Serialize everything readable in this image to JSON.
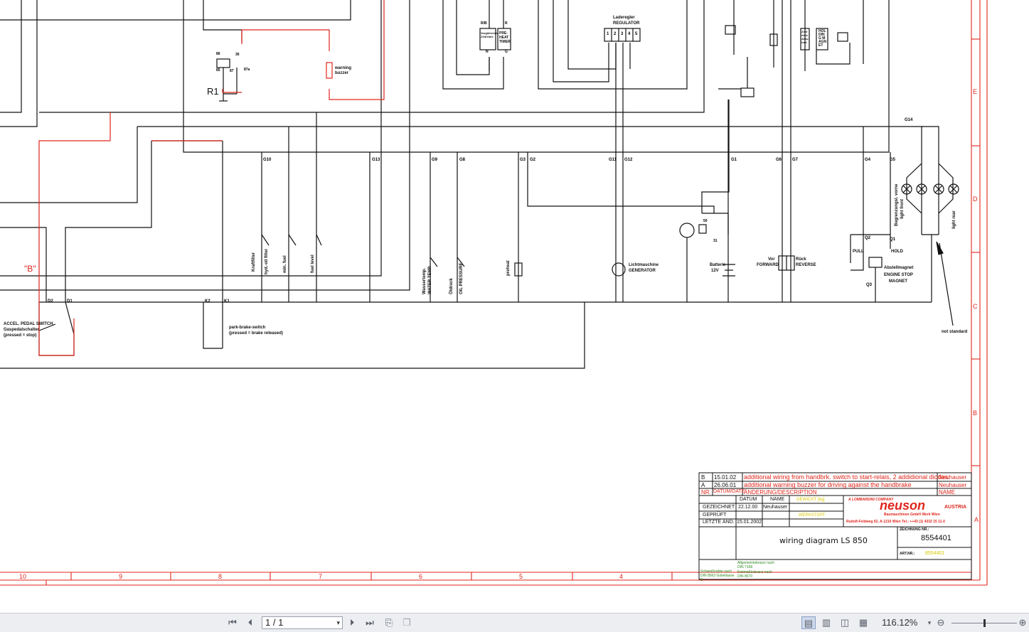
{
  "colors": {
    "wire_black": "#111111",
    "wire_red": "#e0261c",
    "frame_red": "#e0261c",
    "toolbar_bg": "#eceef2"
  },
  "schematic": {
    "labels": {
      "r1": "R1",
      "b_marker": "\"B\"",
      "warning_buzzer_1": "warning",
      "warning_buzzer_2": "buzzer",
      "accel_1": "ACCEL. PEDAL SWITCH",
      "accel_2": "Gaspedalschalter",
      "accel_3": "(pressed = stop)",
      "park_1": "park-brake-switch",
      "park_2": "(pressed = brake released)",
      "kraftstoff": "Kraftfilter",
      "hyd_oil": "hyd.-oil filter",
      "min_fuel": "min. fuel",
      "fuel_level": "fuel level",
      "water_1": "Wassertemp.",
      "water_2": "WATER TEMP.",
      "oil_1": "Öldruck",
      "oil_2": "OIL PRESSURE",
      "preheat": "preheat",
      "gen_1": "Lichtmaschine",
      "gen_2": "GENERATOR",
      "bat_1": "Batterie",
      "bat_2": "12V",
      "fwd_1": "Vor",
      "fwd_2": "FORWARD",
      "rev_1": "Rück",
      "rev_2": "REVERSE",
      "stop_1": "Abstellmagnet",
      "stop_2": "ENGINE STOP",
      "stop_3": "MAGNET",
      "pull": "PULL",
      "hold": "HOLD",
      "light_front_1": "Begrenzungsl. vorne",
      "light_front_2": "light front",
      "light_rear": "light rear",
      "not_standard": "not standard",
      "reg_1": "Laderegler",
      "reg_2": "REGULATOR",
      "preheat_timer": "PRE-HEAT TIMER",
      "vorgluh": "Vorglührelais Zeitrelais",
      "holding_magnet": "HOLDING MAGNET",
      "zeitrelais": "Zeitrelais Abschalt."
    },
    "connectors": [
      "G10",
      "G13",
      "G9",
      "G8",
      "G3",
      "G2",
      "G11",
      "G12",
      "G1",
      "G6",
      "G7",
      "G4",
      "G5",
      "G14",
      "D2",
      "D1",
      "K2",
      "K1",
      "Q1",
      "Q2",
      "Q3"
    ],
    "pin_labels": [
      "86",
      "85",
      "30",
      "87",
      "87a",
      "R/B",
      "R",
      "N",
      "G",
      "1",
      "2",
      "3",
      "4",
      "5",
      "50",
      "31"
    ],
    "frame": {
      "columns": [
        "10",
        "9",
        "8",
        "7",
        "6",
        "5",
        "4"
      ],
      "rows": [
        "E",
        "D",
        "C",
        "B",
        "A"
      ]
    }
  },
  "title_block": {
    "revisions": [
      {
        "nr": "B",
        "date": "15.01.02",
        "desc": "additional wiring from handbrk. switch to start-relais, 2 addidional diodes",
        "name": "Neuhauser"
      },
      {
        "nr": "A",
        "date": "26.06.01",
        "desc": "additional warning buzzer for driving against the handbrake",
        "name": "Neuhauser"
      }
    ],
    "header": {
      "nr": "NR.",
      "date": "DATUM/DATE",
      "desc": "ÄNDERUNG/DESCRIPTION",
      "name": "NAME"
    },
    "datum_label": "DATUM",
    "name_label": "NAME",
    "gezeichnet_label": "GEZEICHNET",
    "gezeichnet_date": "22.12.00",
    "gezeichnet_name": "Neuhauser",
    "geprueft_label": "GEPRÜFT",
    "letzte_label": "LETZTE ÄND.",
    "letzte_date": "15.01.2002",
    "gewicht": "GEWICHT [kg]",
    "werkstoff": "WERKSTOFF",
    "company_sub": "A LOMBARDINI COMPANY",
    "company": "neuson",
    "company_line": "Baumaschinen GmbH Werk Wien",
    "company_address": "Rudolf-Feldweg 62, A-1210 Wien  Tel.: ++43 (1) 4332 15 11-0",
    "austria": "AUSTRIA",
    "title": "wiring diagram LS 850",
    "zeichnung_label": "ZEICHNUNG NR.:",
    "drawing_no": "8554401",
    "art_label": "ART.NR.:",
    "art_no": "8554401",
    "tol_1": "Allgemeintoleranz nach DIN 7168",
    "tol_2": "Freimaßtoleranz nach DIN 8570",
    "weld": "Schweißnähte nach DIN 8563 Güteklasse B"
  },
  "toolbar": {
    "first_icon": "first-page-icon",
    "prev_icon": "prev-page-icon",
    "page_value": "1 / 1",
    "next_icon": "next-page-icon",
    "last_icon": "last-page-icon",
    "zoom_value": "116.12%"
  }
}
